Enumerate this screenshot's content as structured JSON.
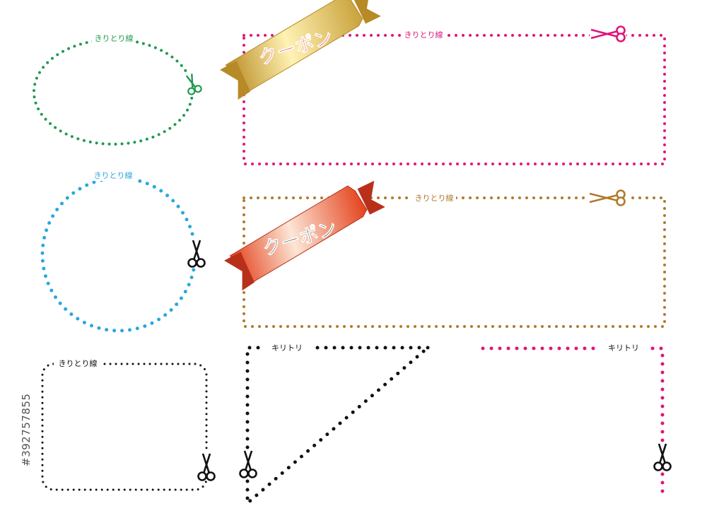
{
  "labels": {
    "kiritori_sen": "きりとり線",
    "kiritori_kata": "キリトリ"
  },
  "ribbons": [
    {
      "text": "クーポン",
      "style": "gold",
      "text_color": "#e00032"
    },
    {
      "text": "クーポン",
      "style": "red-orange",
      "text_color": "#111111"
    }
  ],
  "colors": {
    "green": "#1f9a4e",
    "pink": "#e0157a",
    "blue": "#2aa7de",
    "brown": "#b07a2c",
    "black": "#111111",
    "gold_light": "#fff3b0",
    "gold_dark": "#c8a23a",
    "red_light": "#fbe3d2",
    "red_dark": "#e23b1a"
  },
  "icons": [
    "scissors-icon"
  ],
  "watermark": {
    "stock_id": "#392757855"
  }
}
